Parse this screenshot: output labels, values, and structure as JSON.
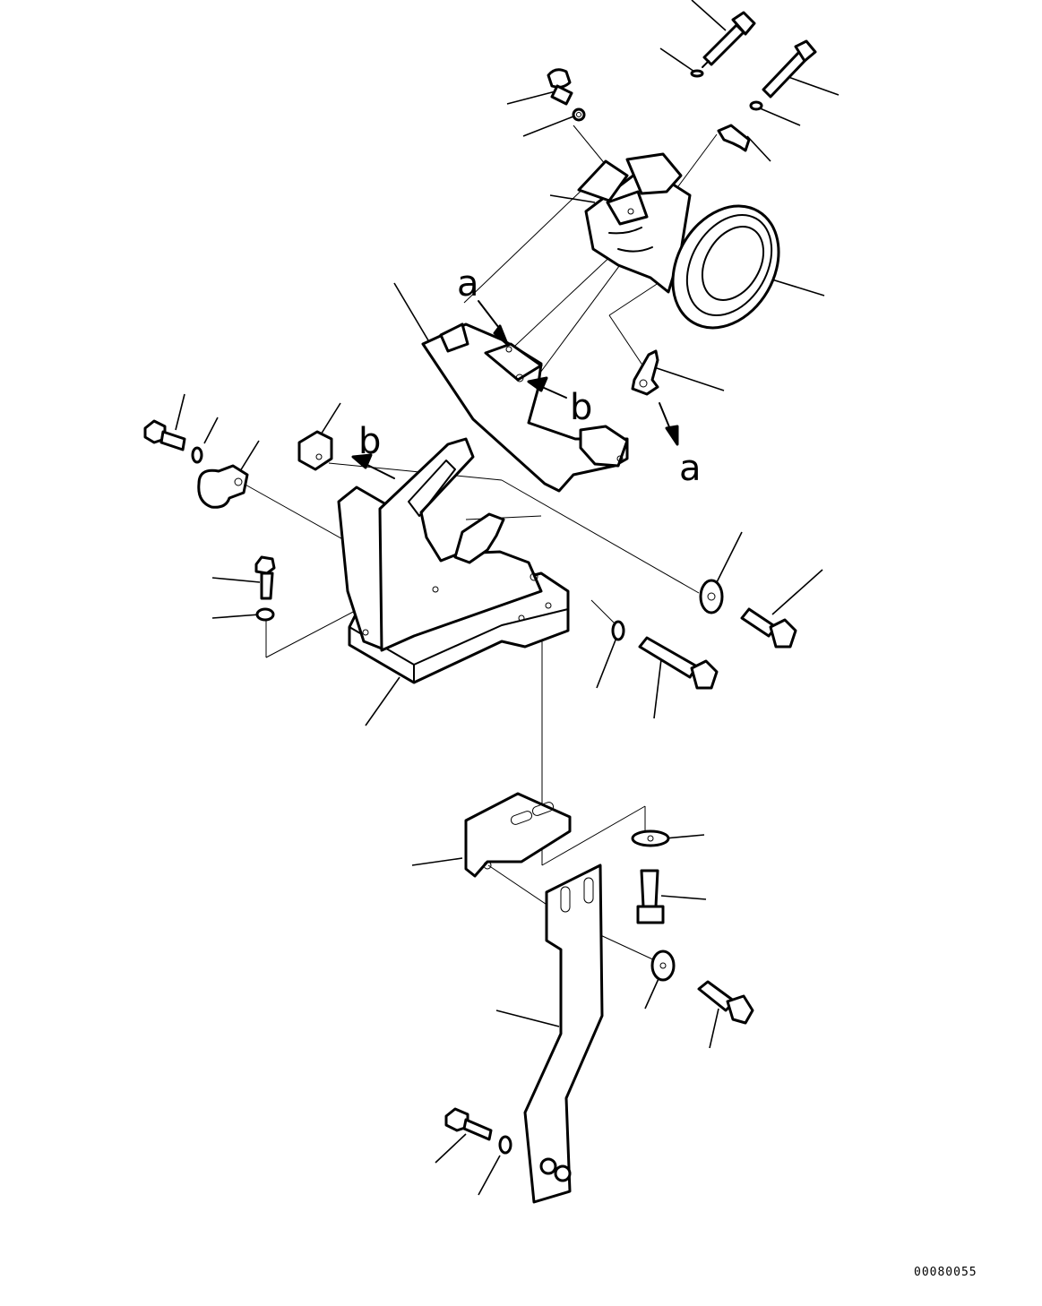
{
  "callouts": {
    "a_top": "a",
    "b_right": "b",
    "b_left": "b",
    "a_bottom": "a"
  },
  "drawing_number": "00080055"
}
